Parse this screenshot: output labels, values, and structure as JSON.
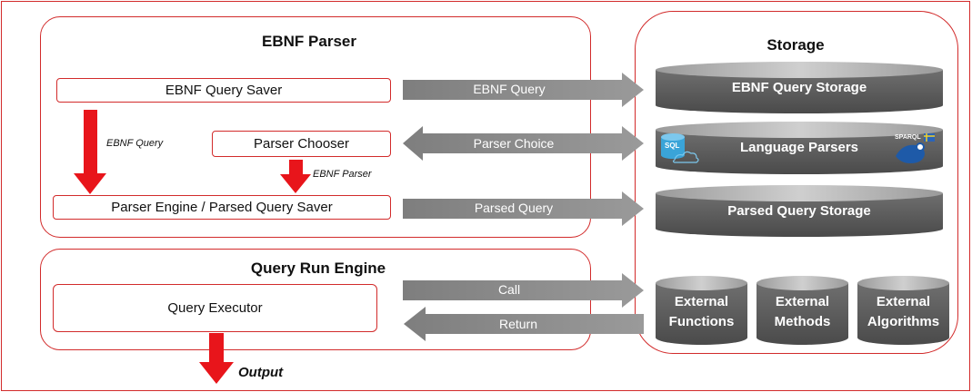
{
  "ebnf_parser": {
    "title": "EBNF Parser",
    "query_saver_label": "EBNF Query Saver",
    "parser_chooser_label": "Parser Chooser",
    "parser_engine_label": "Parser Engine / Parsed Query Saver",
    "ebnf_query_flow_label": "EBNF Query",
    "ebnf_parser_flow_label": "EBNF Parser"
  },
  "query_run_engine": {
    "title": "Query Run Engine",
    "executor_label": "Query Executor",
    "output_label": "Output"
  },
  "storage": {
    "title": "Storage",
    "ebnf_query_storage": "EBNF Query Storage",
    "language_parsers": "Language Parsers",
    "parsed_query_storage": "Parsed Query Storage",
    "external_functions": [
      "External",
      "Functions"
    ],
    "external_methods": [
      "External",
      "Methods"
    ],
    "external_algorithms": [
      "External",
      "Algorithms"
    ],
    "sql_logo_text": "SQL",
    "sparql_logo_text": "SPARQL"
  },
  "connectors": {
    "ebnf_query": "EBNF Query",
    "parser_choice": "Parser Choice",
    "parsed_query": "Parsed Query",
    "call": "Call",
    "return": "Return"
  },
  "colors": {
    "accent_red": "#d22b2b",
    "arrow_red": "#e8151b",
    "arrow_gray": "#8c8c8c",
    "cylinder_dark": "#5e5e5e",
    "cylinder_top": "#b8b8b8"
  }
}
